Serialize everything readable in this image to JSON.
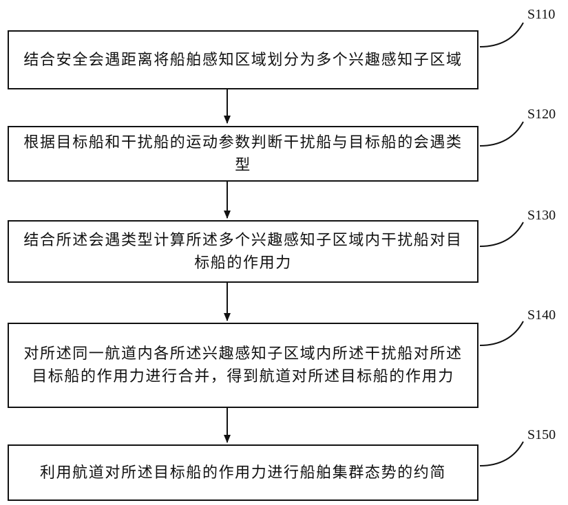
{
  "steps": [
    {
      "label": "S110",
      "text": "结合安全会遇距离将船舶感知区域划分为多个兴趣感知子区域"
    },
    {
      "label": "S120",
      "text": "根据目标船和干扰船的运动参数判断干扰船与目标船的会遇类型"
    },
    {
      "label": "S130",
      "text": "结合所述会遇类型计算所述多个兴趣感知子区域内干扰船对目标船的作用力"
    },
    {
      "label": "S140",
      "text": "对所述同一航道内各所述兴趣感知子区域内所述干扰船对所述目标船的作用力进行合并，得到航道对所述目标船的作用力"
    },
    {
      "label": "S150",
      "text": "利用航道对所述目标船的作用力进行船舶集群态势的约简"
    }
  ]
}
